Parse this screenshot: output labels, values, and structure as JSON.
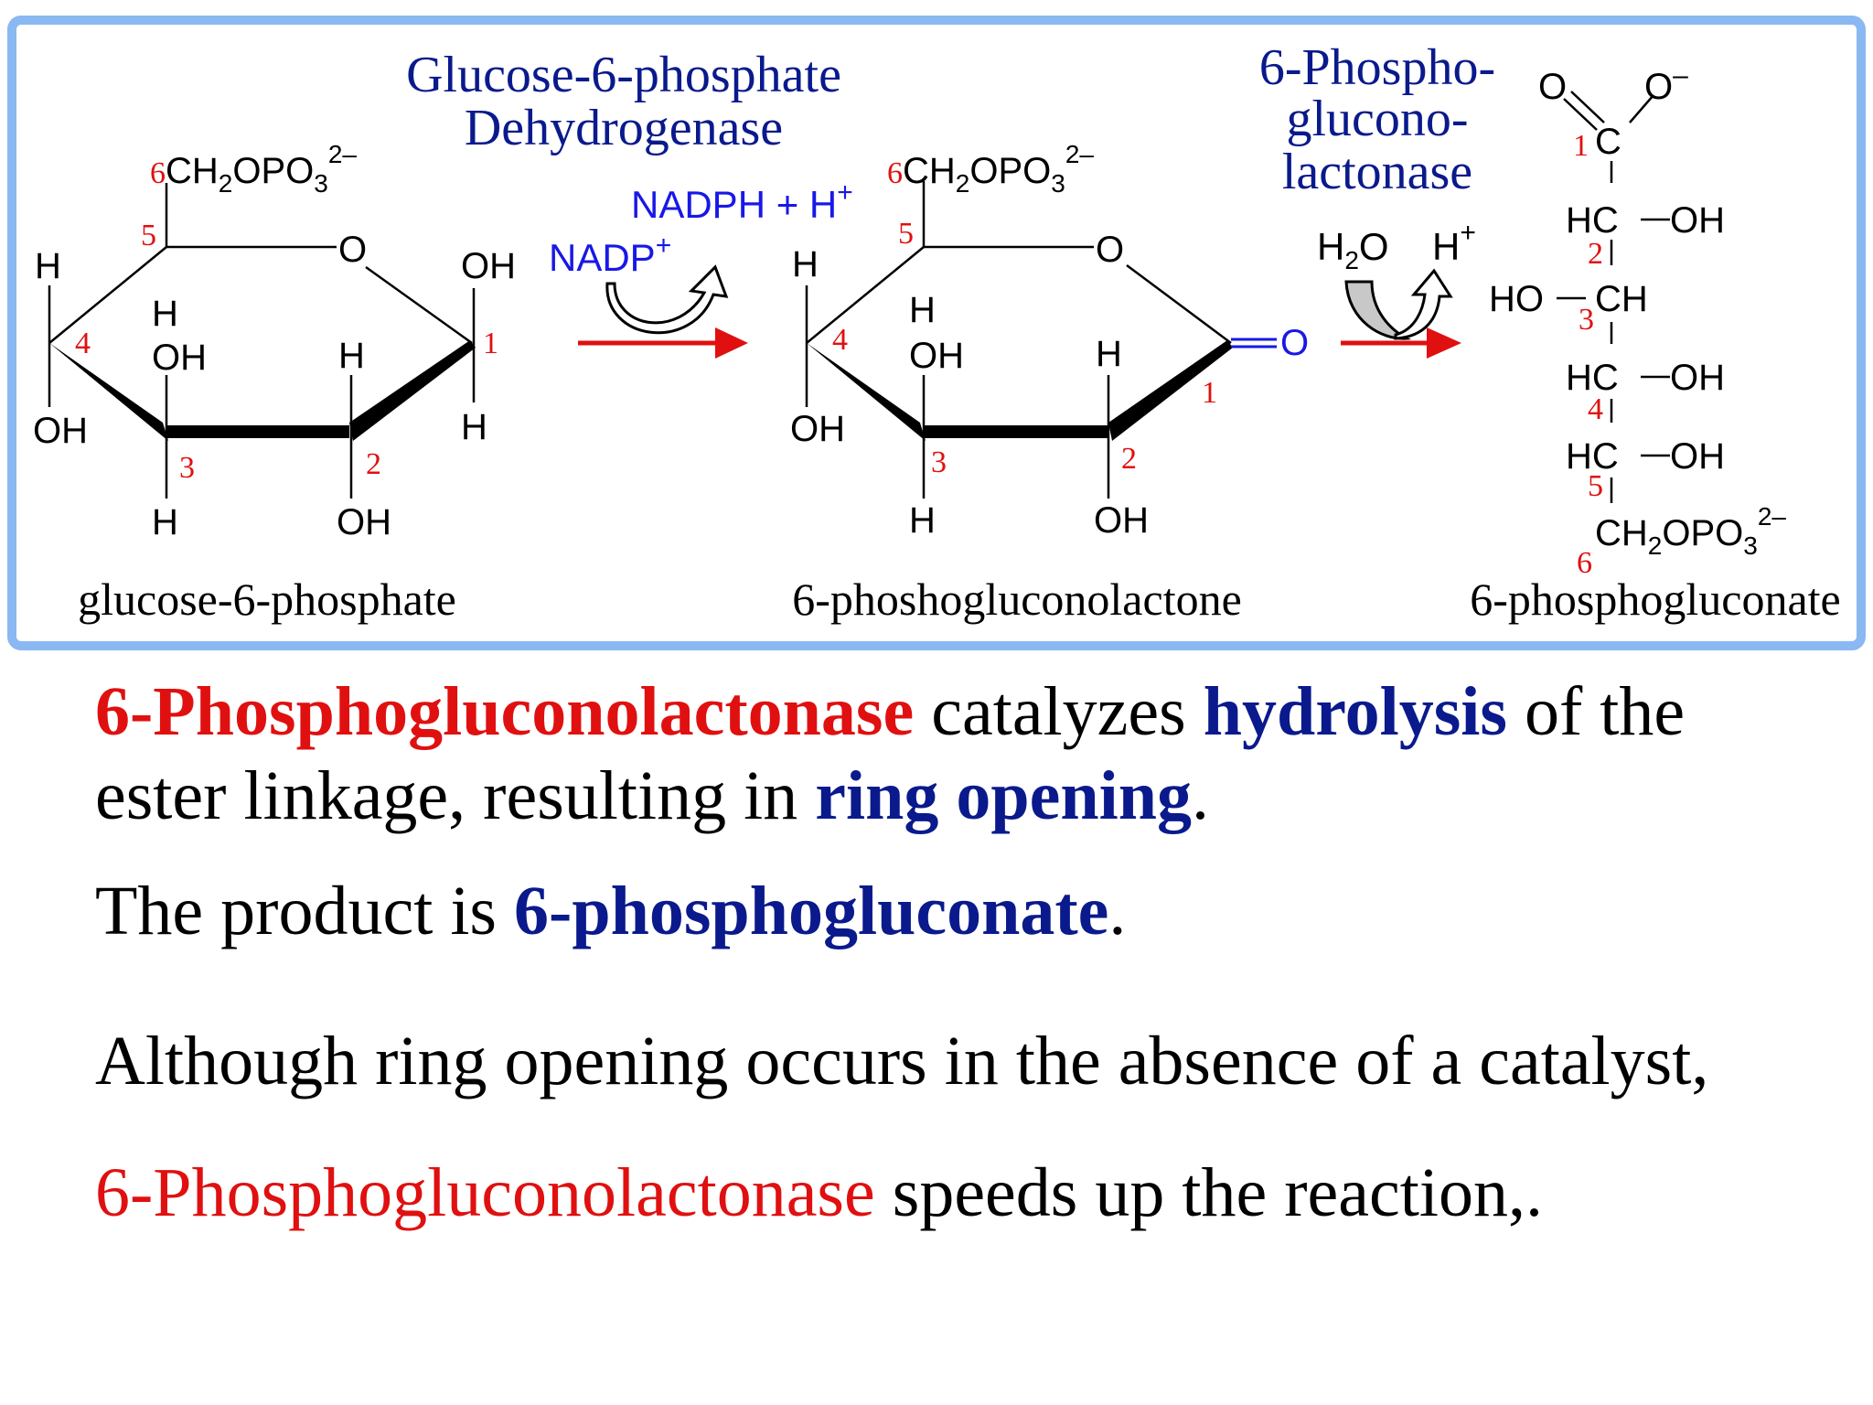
{
  "colors": {
    "frame": "#8ab8f2",
    "red": "#e01010",
    "blue": "#0a1a8c",
    "reagent_blue": "#1818e6"
  },
  "enzyme1": {
    "line1": "Glucose-6-phosphate",
    "line2": "Dehydrogenase"
  },
  "enzyme2": {
    "line1": "6-Phospho-",
    "line2": "glucono-",
    "line3": "lactonase"
  },
  "reagents1": {
    "nadph": "NADPH + H",
    "nadph_sup": "+",
    "nadp": "NADP",
    "nadp_sup": "+"
  },
  "reagents2": {
    "h2o": "H",
    "h2o_sub": "2",
    "h2o_o": "O",
    "h": "H",
    "h_sup": "+"
  },
  "atoms": {
    "ch2opo3": "CH",
    "ch2opo3_sub2": "2",
    "ch2opo3_mid": "OPO",
    "ch2opo3_sub3": "3",
    "charge": "2–",
    "o": "O",
    "oh": "OH",
    "ho": "HO",
    "h": "H",
    "c": "C",
    "hc": "HC",
    "ch": "CH",
    "o_minus": "O",
    "minus": "–"
  },
  "numbers": {
    "n1": "1",
    "n2": "2",
    "n3": "3",
    "n4": "4",
    "n5": "5",
    "n6": "6"
  },
  "labels": {
    "compound1": "glucose-6-phosphate",
    "compound2": "6-phoshogluconolactone",
    "compound3": "6-phosphogluconate"
  },
  "text": {
    "p1_enzyme": "6-Phosphogluconolactonase",
    "p1_a": " catalyzes ",
    "p1_hydrolysis": "hydrolysis",
    "p1_b": " of the",
    "p2_a": "ester linkage, resulting in ",
    "p2_ring": "ring opening",
    "p2_b": ".",
    "p3_a": "The product is ",
    "p3_product": "6-phosphogluconate",
    "p3_b": ".",
    "p4": "Although ring opening occurs in the absence of a catalyst,",
    "p5_enzyme": "6-Phosphogluconolactonase",
    "p5_rest": " speeds up the reaction,."
  }
}
